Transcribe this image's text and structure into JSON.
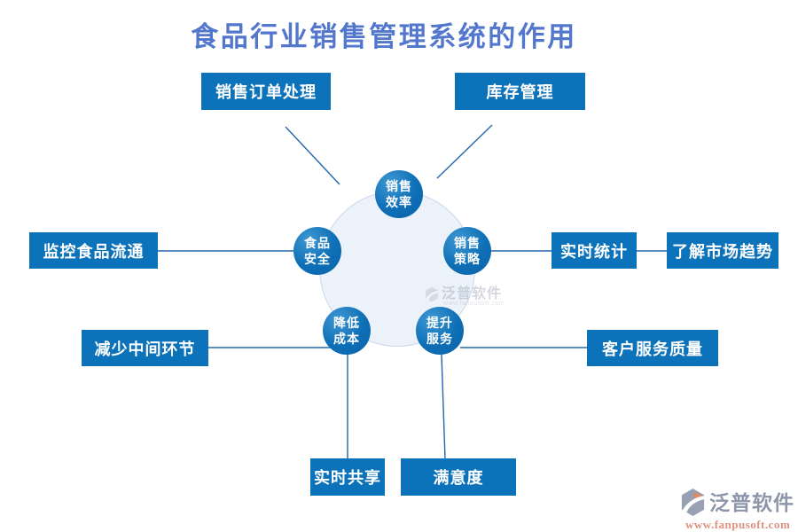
{
  "title": "食品行业销售管理系统的作用",
  "hub": {
    "nodes": [
      {
        "id": "sales-efficiency",
        "line1": "销售",
        "line2": "效率"
      },
      {
        "id": "food-safety",
        "line1": "食品",
        "line2": "安全"
      },
      {
        "id": "sales-strategy",
        "line1": "销售",
        "line2": "策略"
      },
      {
        "id": "cost-reduction",
        "line1": "降低",
        "line2": "成本"
      },
      {
        "id": "service-improvement",
        "line1": "提升",
        "line2": "服务"
      }
    ],
    "watermark": {
      "name": "泛普软件",
      "url": "www.fanpusoft.com"
    }
  },
  "boxes": [
    {
      "id": "sales-order-processing",
      "label": "销售订单处理"
    },
    {
      "id": "inventory-management",
      "label": "库存管理"
    },
    {
      "id": "food-circulation-monitoring",
      "label": "监控食品流通"
    },
    {
      "id": "realtime-statistics",
      "label": "实时统计"
    },
    {
      "id": "market-trend-insight",
      "label": "了解市场趋势"
    },
    {
      "id": "fewer-intermediaries",
      "label": "减少中间环节"
    },
    {
      "id": "customer-service-quality",
      "label": "客户服务质量"
    },
    {
      "id": "realtime-sharing",
      "label": "实时共享"
    },
    {
      "id": "satisfaction",
      "label": "满意度"
    }
  ],
  "footer": {
    "brand": "泛普软件",
    "url": "www.fanpusoft.com"
  },
  "colors": {
    "title_blue": "#5377cd",
    "box_blue": "#0c72ba",
    "node_blue": "#0e6fb6",
    "connector_blue": "#2368ad",
    "hub_fill": "#ebf2fa",
    "hub_border": "#c9d9ee",
    "watermark_gray": "#8e97aa",
    "watermark_orange": "#dd9180"
  }
}
